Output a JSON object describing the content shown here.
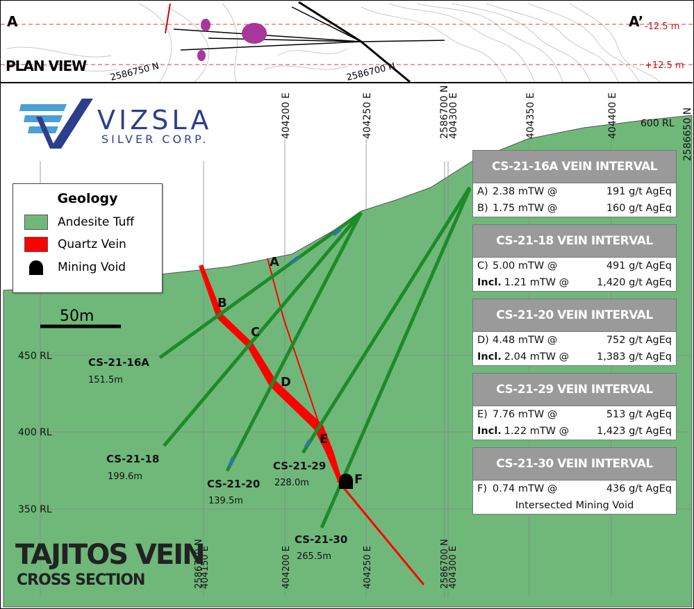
{
  "plan": {
    "title": "PLAN VIEW",
    "corner_left": "A",
    "corner_right": "A’",
    "minus_label": "-12.5 m",
    "plus_label": "+12.5 m",
    "northing_1": "2586750 N",
    "northing_2": "2586700 N"
  },
  "logo": {
    "name": "VIZSLA",
    "tagline": "SILVER CORP."
  },
  "colors": {
    "tuff": "#6fb87a",
    "vein": "#ff0000",
    "drill": "#1e8a2a",
    "box_head": "#9a9a9a",
    "logo_blue": "#2c3e8c",
    "logo_light": "#4a9fd6"
  },
  "grid": {
    "top_labels": [
      "404200 E",
      "404250 E",
      "2586700 N",
      "404300 E",
      "404350 E",
      "404400 E",
      "2586650 N"
    ],
    "top_right_label": "600 RL",
    "bottom_labels": [
      "404150 E",
      "2586750 N",
      "404200 E",
      "404250 E",
      "2586700 N",
      "404300 E"
    ],
    "rl_labels": [
      "450 RL",
      "400 RL",
      "350 RL"
    ]
  },
  "scale": "50m",
  "legend": {
    "title": "Geology",
    "items": [
      {
        "label": "Andesite Tuff",
        "color": "#6fb87a"
      },
      {
        "label": "Quartz Vein",
        "color": "#ff0000"
      },
      {
        "label": "Mining Void",
        "color": "#000000"
      }
    ]
  },
  "holes": [
    {
      "name": "CS-21-16A",
      "depth": "151.5m"
    },
    {
      "name": "CS-21-18",
      "depth": "199.6m"
    },
    {
      "name": "CS-21-20",
      "depth": "139.5m"
    },
    {
      "name": "CS-21-29",
      "depth": "228.0m"
    },
    {
      "name": "CS-21-30",
      "depth": "265.5m"
    }
  ],
  "points": [
    "A",
    "B",
    "C",
    "D",
    "E",
    "F"
  ],
  "intervals": [
    {
      "title": "CS-21-16A VEIN INTERVAL",
      "rows": [
        {
          "key": "A)",
          "a": "2.38 mTW @",
          "b": "191 g/t AgEq"
        },
        {
          "key": "B)",
          "a": "1.75 mTW @",
          "b": "160 g/t AgEq"
        }
      ]
    },
    {
      "title": "CS-21-18 VEIN INTERVAL",
      "rows": [
        {
          "key": "C)",
          "a": "5.00 mTW @",
          "b": "491 g/t AgEq"
        },
        {
          "key": "Incl.",
          "a": "1.21 mTW @",
          "b": "1,420 g/t AgEq"
        }
      ]
    },
    {
      "title": "CS-21-20 VEIN INTERVAL",
      "rows": [
        {
          "key": "D)",
          "a": "4.48 mTW @",
          "b": "752 g/t AgEq"
        },
        {
          "key": "Incl.",
          "a": "2.04 mTW @",
          "b": "1,383 g/t AgEq"
        }
      ]
    },
    {
      "title": "CS-21-29 VEIN INTERVAL",
      "rows": [
        {
          "key": "E)",
          "a": "7.76 mTW @",
          "b": "513 g/t AgEq"
        },
        {
          "key": "Incl.",
          "a": "1.22 mTW @",
          "b": "1,423 g/t AgEq"
        }
      ]
    },
    {
      "title": "CS-21-30 VEIN INTERVAL",
      "rows": [
        {
          "key": "F)",
          "a": "0.74 mTW @",
          "b": "436 g/t AgEq"
        },
        {
          "key": "",
          "a": "Intersected Mining Void",
          "b": ""
        }
      ]
    }
  ],
  "title": {
    "main": "TAJITOS VEIN",
    "sub": "CROSS SECTION"
  }
}
